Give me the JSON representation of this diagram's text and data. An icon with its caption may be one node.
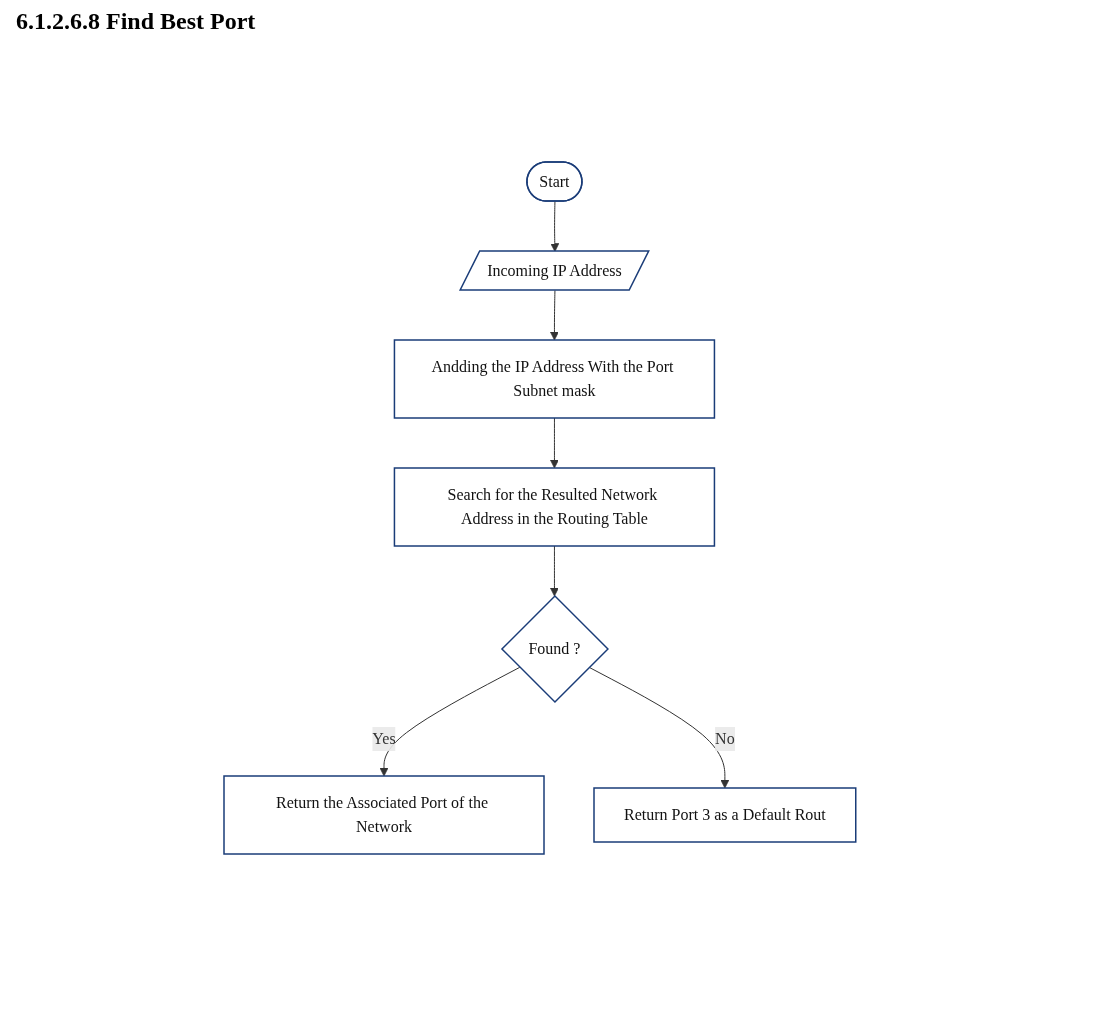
{
  "diagram": {
    "title": "6.1.2.6.8 Find Best Port",
    "nodes": [
      {
        "text": [
          "Start"
        ]
      },
      {
        "text": [
          "Incoming IP Address"
        ]
      },
      {
        "text": [
          "Andding the IP Address With the Port Subnet mask"
        ]
      },
      {
        "text": [
          "Search for the Resulted Network Address in the Routing Table"
        ]
      },
      {
        "text": [
          "Found ?"
        ]
      },
      {
        "text": [
          "Return the Associated Port of the Network"
        ]
      },
      {
        "text": [
          "Return Port 3 as a Default Rout"
        ]
      }
    ],
    "edges": [
      {
        "from": 0,
        "to": 1,
        "arrow": "to"
      },
      {
        "from": 1,
        "to": 2,
        "arrow": "to"
      },
      {
        "from": 2,
        "to": 3,
        "arrow": "to"
      },
      {
        "from": 3,
        "to": 4,
        "arrow": "to"
      },
      {
        "from": 4,
        "to": 5,
        "arrow": "to",
        "label": "Yes"
      },
      {
        "from": 4,
        "to": 6,
        "arrow": "to",
        "label": "No"
      }
    ]
  }
}
